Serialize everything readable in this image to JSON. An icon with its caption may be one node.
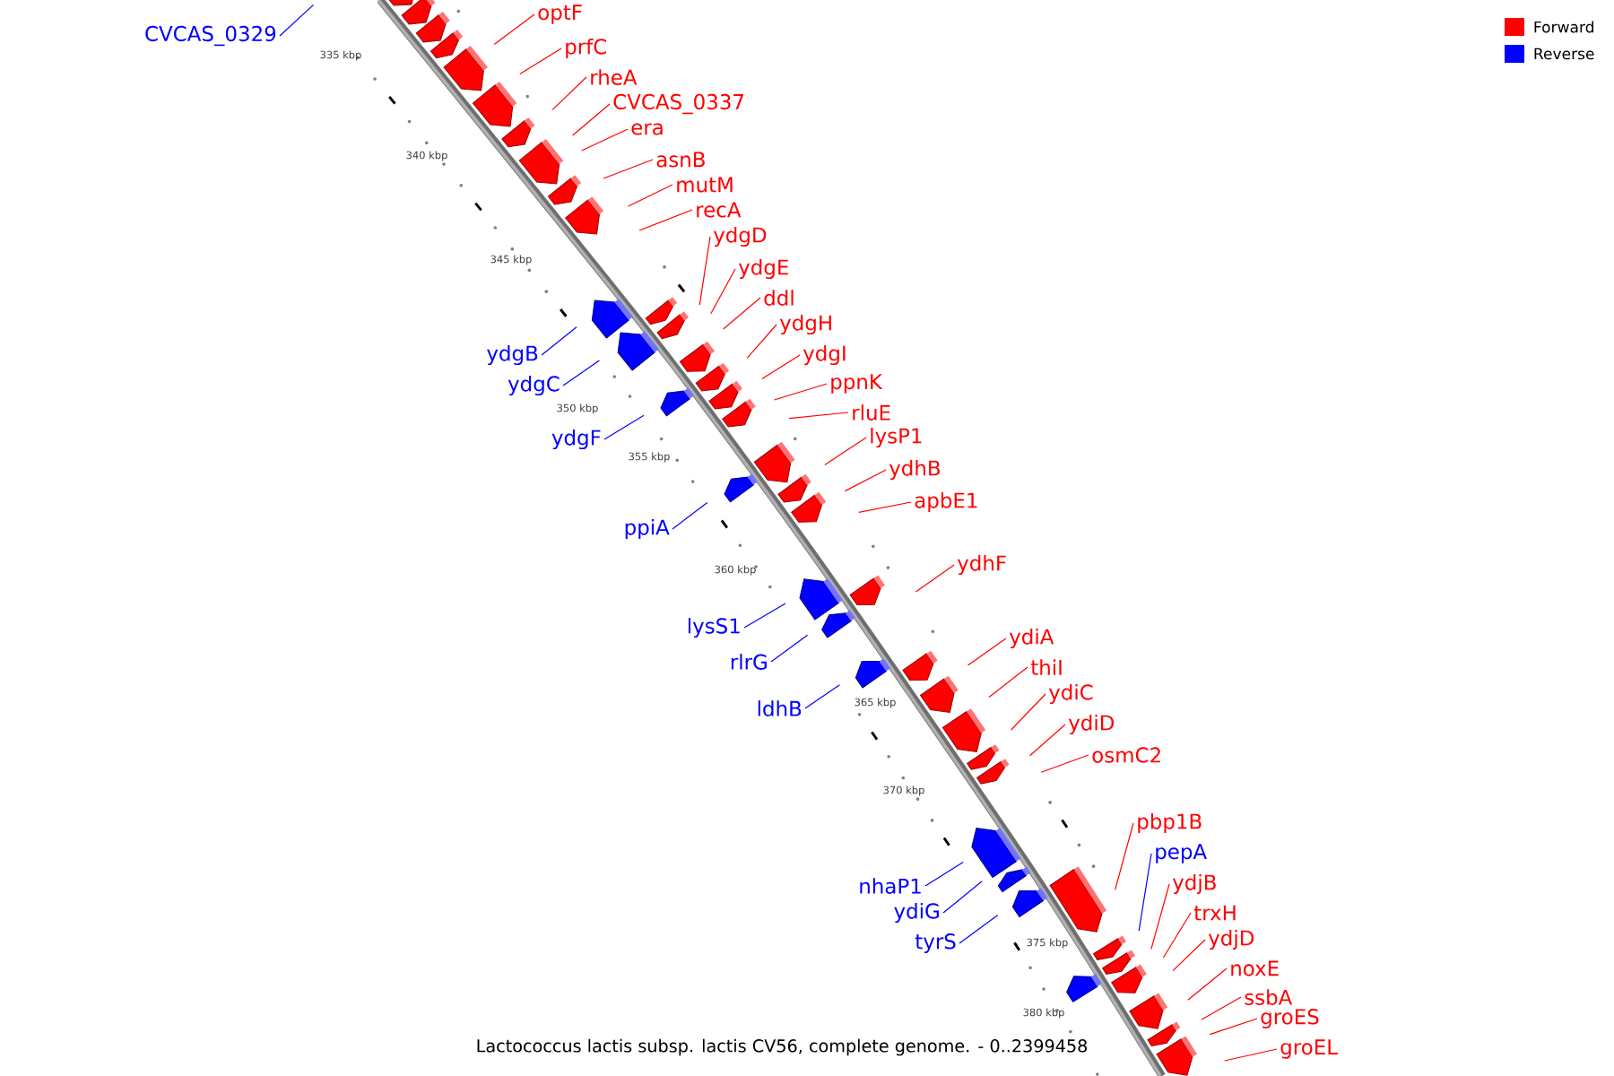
{
  "diagram": {
    "caption": "Lactococcus lactis subsp. lactis CV56, complete genome. - 0..2399458",
    "nodes": [
      {
        "text": [
          "optF"
        ]
      },
      {
        "text": [
          "CVCAS_0329"
        ]
      },
      {
        "text": [
          "prfC"
        ]
      },
      {
        "text": [
          "rheA"
        ]
      },
      {
        "text": [
          "CVCAS_0337"
        ]
      },
      {
        "text": [
          "era"
        ]
      },
      {
        "text": [
          "asnB"
        ]
      },
      {
        "text": [
          "mutM"
        ]
      },
      {
        "text": [
          "recA"
        ]
      },
      {
        "text": [
          "ydgD"
        ]
      },
      {
        "text": [
          "ydgE"
        ]
      },
      {
        "text": [
          "ddl"
        ]
      },
      {
        "text": [
          "ydgH"
        ]
      },
      {
        "text": [
          "ydgB"
        ]
      },
      {
        "text": [
          "ydgI"
        ]
      },
      {
        "text": [
          "ydgC"
        ]
      },
      {
        "text": [
          "ppnK"
        ]
      },
      {
        "text": [
          "rluE"
        ]
      },
      {
        "text": [
          "ydgF"
        ]
      },
      {
        "text": [
          "lysP1"
        ]
      },
      {
        "text": [
          "ydhB"
        ]
      },
      {
        "text": [
          "apbE1"
        ]
      },
      {
        "text": [
          "ppiA"
        ]
      },
      {
        "text": [
          "ydhF"
        ]
      },
      {
        "text": [
          "lysS1"
        ]
      },
      {
        "text": [
          "ydiA"
        ]
      },
      {
        "text": [
          "rlrG"
        ]
      },
      {
        "text": [
          "thiI"
        ]
      },
      {
        "text": [
          "ydiC"
        ]
      },
      {
        "text": [
          "ldhB"
        ]
      },
      {
        "text": [
          "ydiD"
        ]
      },
      {
        "text": [
          "osmC2"
        ]
      },
      {
        "text": [
          "pbp1B"
        ]
      },
      {
        "text": [
          "pepA"
        ]
      },
      {
        "text": [
          "ydjB"
        ]
      },
      {
        "text": [
          "nhaP1"
        ]
      },
      {
        "text": [
          "ydiG"
        ]
      },
      {
        "text": [
          "trxH"
        ]
      },
      {
        "text": [
          "ydjD"
        ]
      },
      {
        "text": [
          "tyrS"
        ]
      },
      {
        "text": [
          "noxE"
        ]
      },
      {
        "text": [
          "ssbA"
        ]
      },
      {
        "text": [
          "groES"
        ]
      },
      {
        "text": [
          "groEL"
        ]
      }
    ],
    "edges": [
      {
        "from": 0,
        "to": null,
        "arrow": "none"
      },
      {
        "from": 1,
        "to": null,
        "arrow": "none",
        "color": "#0000ff"
      },
      {
        "from": 2,
        "to": null,
        "arrow": "none"
      },
      {
        "from": 3,
        "to": null,
        "arrow": "none"
      },
      {
        "from": 4,
        "to": null,
        "arrow": "none"
      },
      {
        "from": 5,
        "to": null,
        "arrow": "none"
      },
      {
        "from": 6,
        "to": null,
        "arrow": "none"
      },
      {
        "from": 7,
        "to": null,
        "arrow": "none"
      },
      {
        "from": 8,
        "to": null,
        "arrow": "none"
      },
      {
        "from": 9,
        "to": null,
        "arrow": "none"
      },
      {
        "from": 10,
        "to": null,
        "arrow": "none"
      },
      {
        "from": 11,
        "to": null,
        "arrow": "none"
      },
      {
        "from": 12,
        "to": null,
        "arrow": "none"
      },
      {
        "from": 13,
        "to": null,
        "arrow": "none",
        "color": "#0000ff"
      },
      {
        "from": 14,
        "to": null,
        "arrow": "none"
      },
      {
        "from": 15,
        "to": null,
        "arrow": "none",
        "color": "#0000ff"
      },
      {
        "from": 16,
        "to": null,
        "arrow": "none"
      },
      {
        "from": 17,
        "to": null,
        "arrow": "none"
      },
      {
        "from": 18,
        "to": null,
        "arrow": "none",
        "color": "#0000ff"
      },
      {
        "from": 19,
        "to": null,
        "arrow": "none"
      },
      {
        "from": 20,
        "to": null,
        "arrow": "none"
      },
      {
        "from": 21,
        "to": null,
        "arrow": "none"
      },
      {
        "from": 22,
        "to": null,
        "arrow": "none",
        "color": "#0000ff"
      },
      {
        "from": 23,
        "to": null,
        "arrow": "none"
      },
      {
        "from": 24,
        "to": null,
        "arrow": "none",
        "color": "#0000ff"
      },
      {
        "from": 25,
        "to": null,
        "arrow": "none"
      },
      {
        "from": 26,
        "to": null,
        "arrow": "none",
        "color": "#0000ff"
      },
      {
        "from": 27,
        "to": null,
        "arrow": "none"
      },
      {
        "from": 28,
        "to": null,
        "arrow": "none"
      },
      {
        "from": 29,
        "to": null,
        "arrow": "none",
        "color": "#0000ff"
      },
      {
        "from": 30,
        "to": null,
        "arrow": "none"
      },
      {
        "from": 31,
        "to": null,
        "arrow": "none"
      },
      {
        "from": 32,
        "to": null,
        "arrow": "none"
      },
      {
        "from": 33,
        "to": null,
        "arrow": "none",
        "color": "#0000ff"
      },
      {
        "from": 34,
        "to": null,
        "arrow": "none"
      },
      {
        "from": 35,
        "to": null,
        "arrow": "none",
        "color": "#0000ff"
      },
      {
        "from": 36,
        "to": null,
        "arrow": "none",
        "color": "#0000ff"
      },
      {
        "from": 37,
        "to": null,
        "arrow": "none"
      },
      {
        "from": 38,
        "to": null,
        "arrow": "none"
      },
      {
        "from": 39,
        "to": null,
        "arrow": "none",
        "color": "#0000ff"
      },
      {
        "from": 40,
        "to": null,
        "arrow": "none"
      },
      {
        "from": 41,
        "to": null,
        "arrow": "none"
      },
      {
        "from": 42,
        "to": null,
        "arrow": "none"
      },
      {
        "from": 43,
        "to": null,
        "arrow": "none"
      }
    ],
    "labels": [
      "335 kbp",
      "340 kbp",
      "345 kbp",
      "350 kbp",
      "355 kbp",
      "360 kbp",
      "365 kbp",
      "370 kbp",
      "375 kbp",
      "380 kbp"
    ],
    "legend": [
      {
        "text": "Forward",
        "color": "#ff0000"
      },
      {
        "text": "Reverse",
        "color": "#0000ff"
      }
    ]
  }
}
